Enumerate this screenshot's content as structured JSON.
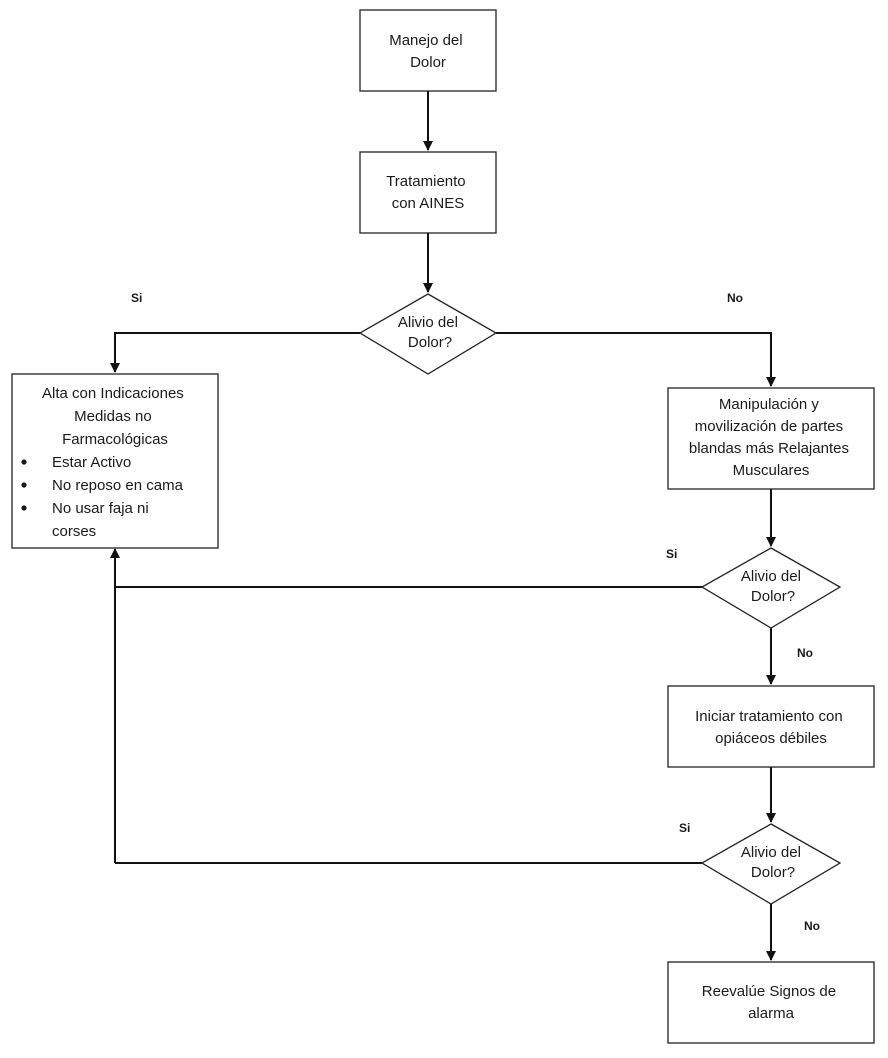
{
  "nodes": {
    "manejo": [
      "Manejo del",
      "Dolor"
    ],
    "aines": [
      "Tratamiento",
      "con AINES"
    ],
    "decision1": [
      "Alivio del",
      "Dolor?"
    ],
    "alta_title": [
      "Alta con Indicaciones",
      "Medidas no",
      "Farmacológicas"
    ],
    "alta_items": [
      "Estar Activo",
      "No reposo en cama",
      "No usar faja ni"
    ],
    "alta_items_cont": "corses",
    "manipulacion": [
      "Manipulación y",
      "movilización de partes",
      "blandas más Relajantes",
      "Musculares"
    ],
    "decision2": [
      "Alivio del",
      "Dolor?"
    ],
    "opiaceos": [
      "Iniciar tratamiento con",
      "opiáceos débiles"
    ],
    "decision3": [
      "Alivio del",
      "Dolor?"
    ],
    "reevalue": [
      "Reevalúe Signos de",
      "alarma"
    ]
  },
  "labels": {
    "si1": "Si",
    "no1": "No",
    "si2": "Si",
    "no2": "No",
    "si3": "Si",
    "no3": "No"
  }
}
